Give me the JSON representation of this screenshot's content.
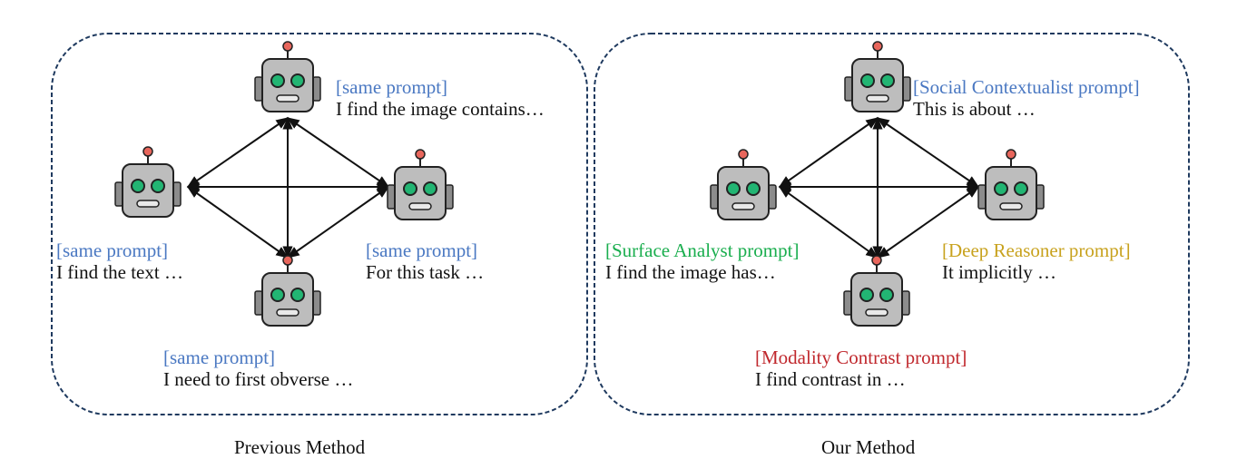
{
  "colors": {
    "panel_border": "#1f3a5f",
    "edge": "#111111",
    "robot_face": "#bdbdbd",
    "robot_outline": "#222222",
    "robot_eye": "#22b573",
    "robot_antenna_tip": "#e8665c",
    "same_prompt": "#4a78c2",
    "social": "#4a78c2",
    "surface": "#1aae4e",
    "deep": "#c8a21e",
    "modality": "#c0282d"
  },
  "panels": {
    "previous": {
      "caption": "Previous Method",
      "top": {
        "prompt": "[same prompt]",
        "text": "I find the image contains…"
      },
      "left": {
        "prompt": "[same prompt]",
        "text": "I find the text …"
      },
      "right": {
        "prompt": "[same prompt]",
        "text": "For this task …"
      },
      "bottom": {
        "prompt": "[same prompt]",
        "text": "I need to first obverse …"
      }
    },
    "ours": {
      "caption": "Our Method",
      "top": {
        "prompt": "[Social Contextualist prompt]",
        "text": "This is about  …"
      },
      "left": {
        "prompt": "[Surface Analyst prompt]",
        "text": "I find the image has…"
      },
      "right": {
        "prompt": "[Deep Reasoner prompt]",
        "text": "It implicitly …"
      },
      "bottom": {
        "prompt": "[Modality Contrast prompt]",
        "text": "I find contrast in  …"
      }
    }
  },
  "icons": {
    "agent": "robot-icon"
  }
}
